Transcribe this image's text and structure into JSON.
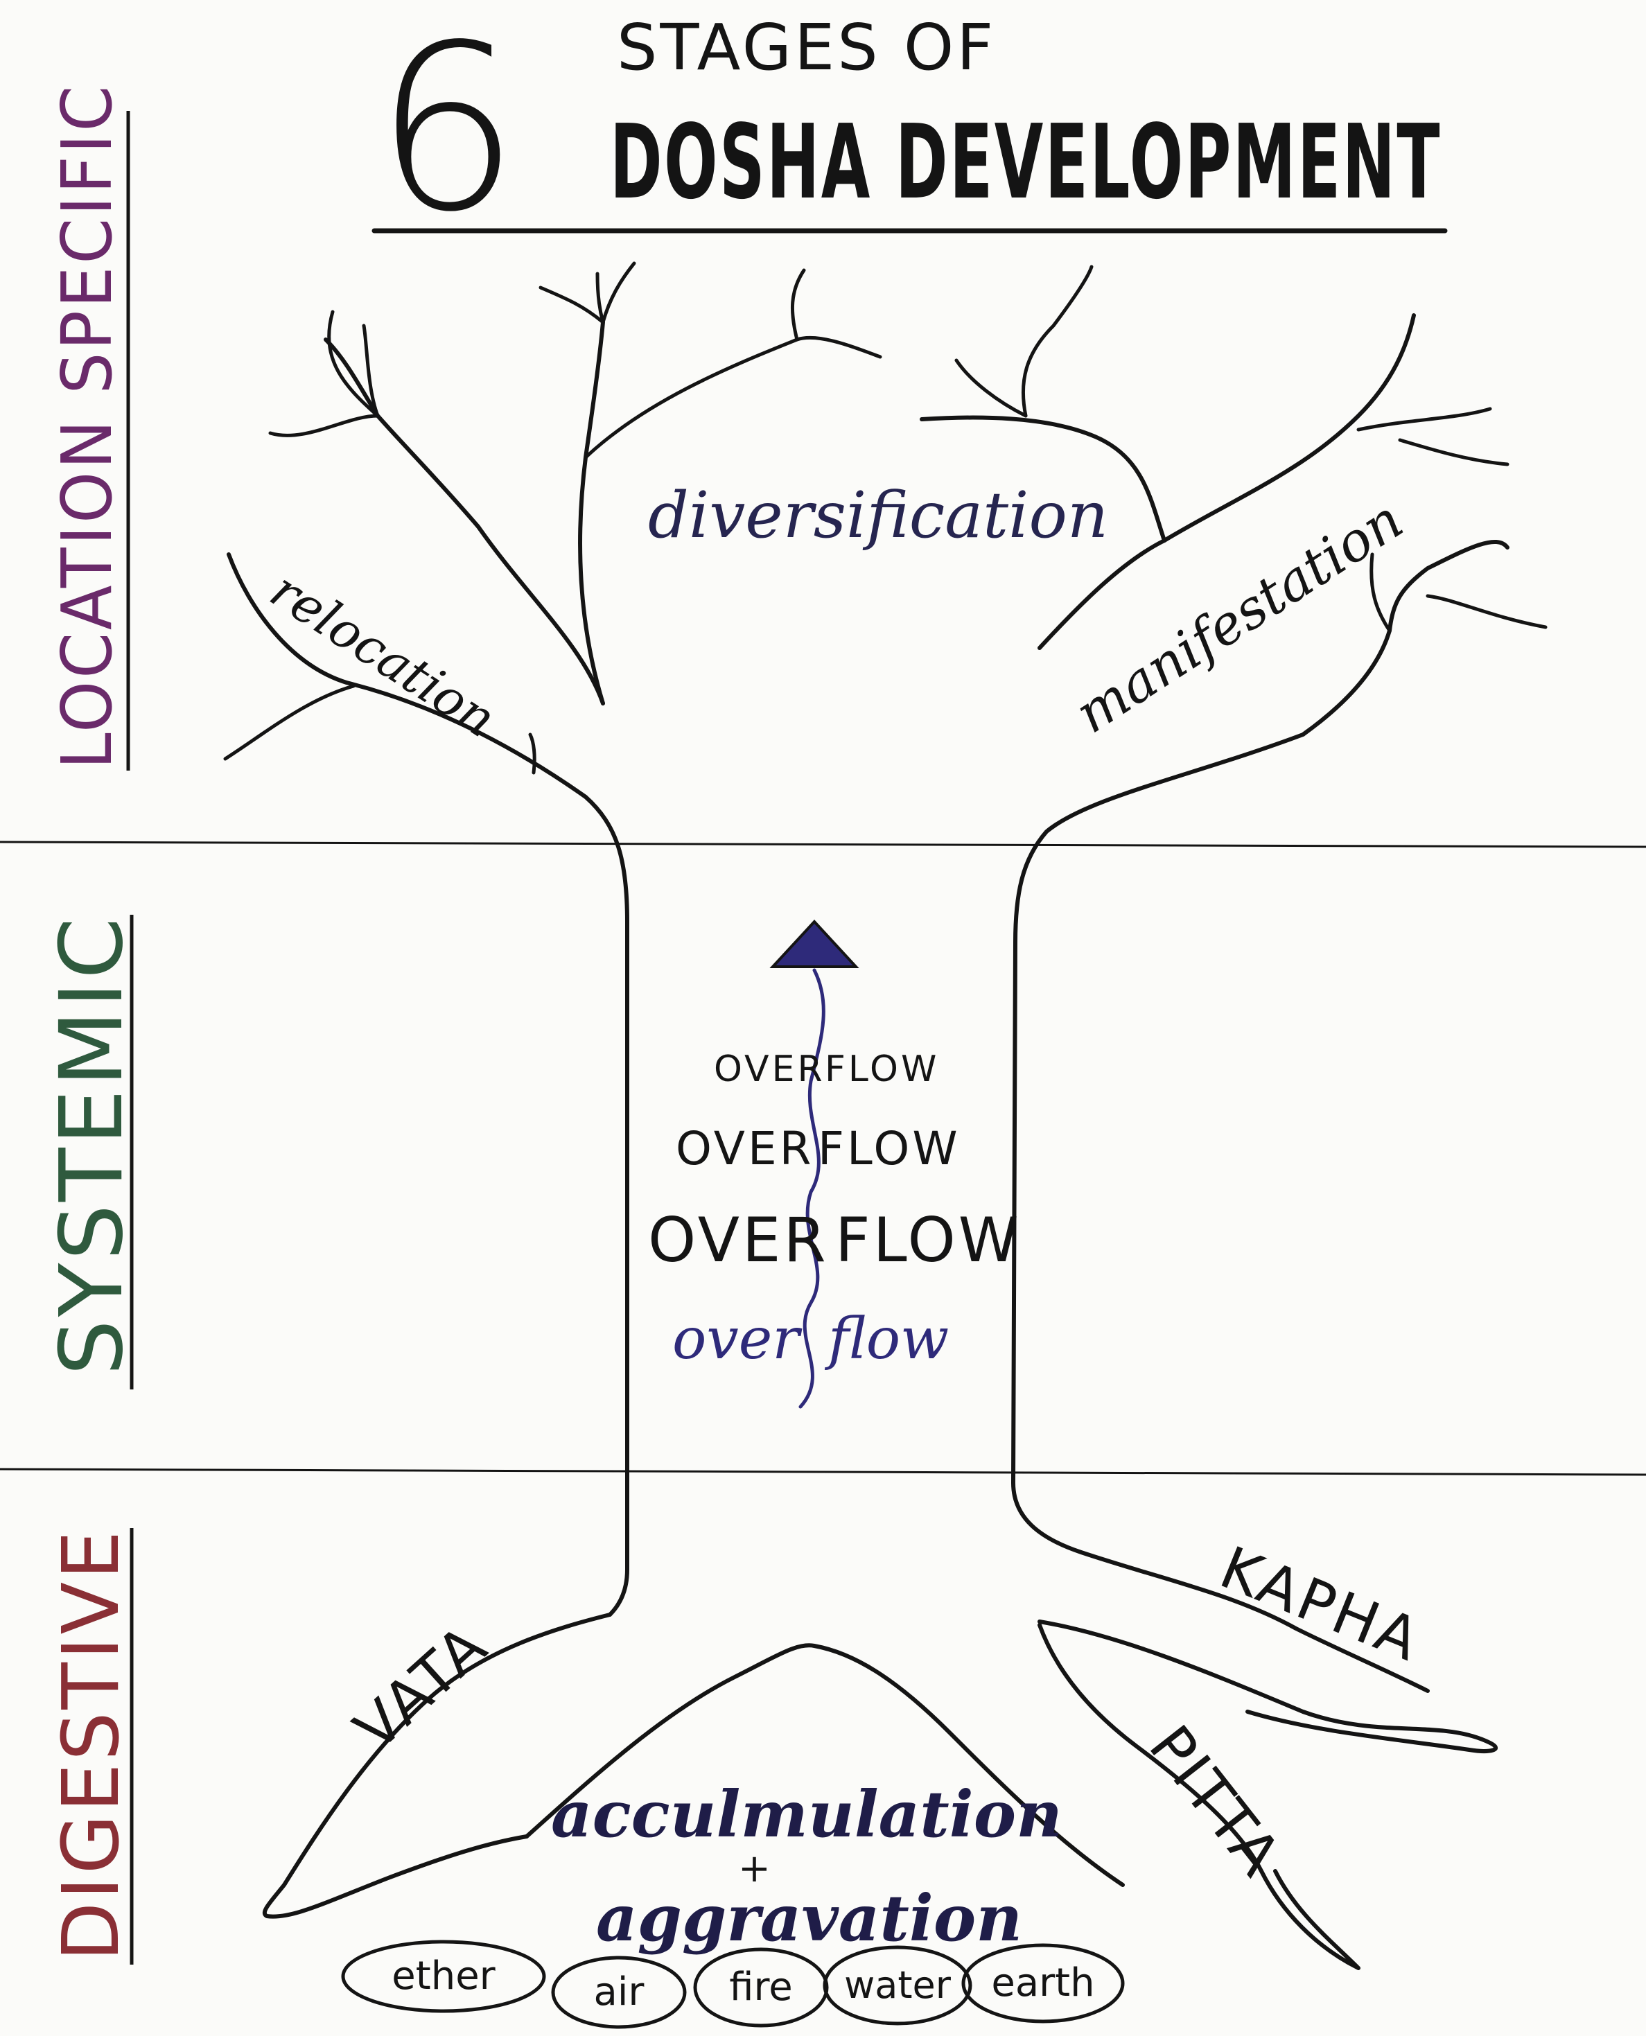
{
  "title": {
    "number": "6",
    "line1": "STAGES OF",
    "line2": "DOSHA DEVELOPMENT"
  },
  "zones": [
    {
      "label": "LOCATION SPECIFIC",
      "color": "#6a2a6a"
    },
    {
      "label": "SYSTEMIC",
      "color": "#2f5a3e"
    },
    {
      "label": "DIGESTIVE",
      "color": "#8a2f35"
    }
  ],
  "branch_labels": {
    "left": "relocation",
    "center": "diversification",
    "right": "manifestation"
  },
  "overflow": {
    "lines": [
      {
        "left": "OVER",
        "right": "FLOW"
      },
      {
        "left": "OVER",
        "right": "FLOW"
      },
      {
        "left": "OVER",
        "right": "FLOW"
      },
      {
        "left": "over",
        "right": "flow"
      }
    ],
    "arrow_color": "#2e2a7a"
  },
  "roots": {
    "vata": "VATA",
    "kapha": "KAPHA",
    "pitta": "PITTA"
  },
  "accumulation": {
    "line1": "acculmulation",
    "plus": "+",
    "line2": "aggravation"
  },
  "elements": [
    "ether",
    "air",
    "fire",
    "water",
    "earth"
  ],
  "colors": {
    "ink": "#141414",
    "accent_blue": "#2e2a7a"
  }
}
